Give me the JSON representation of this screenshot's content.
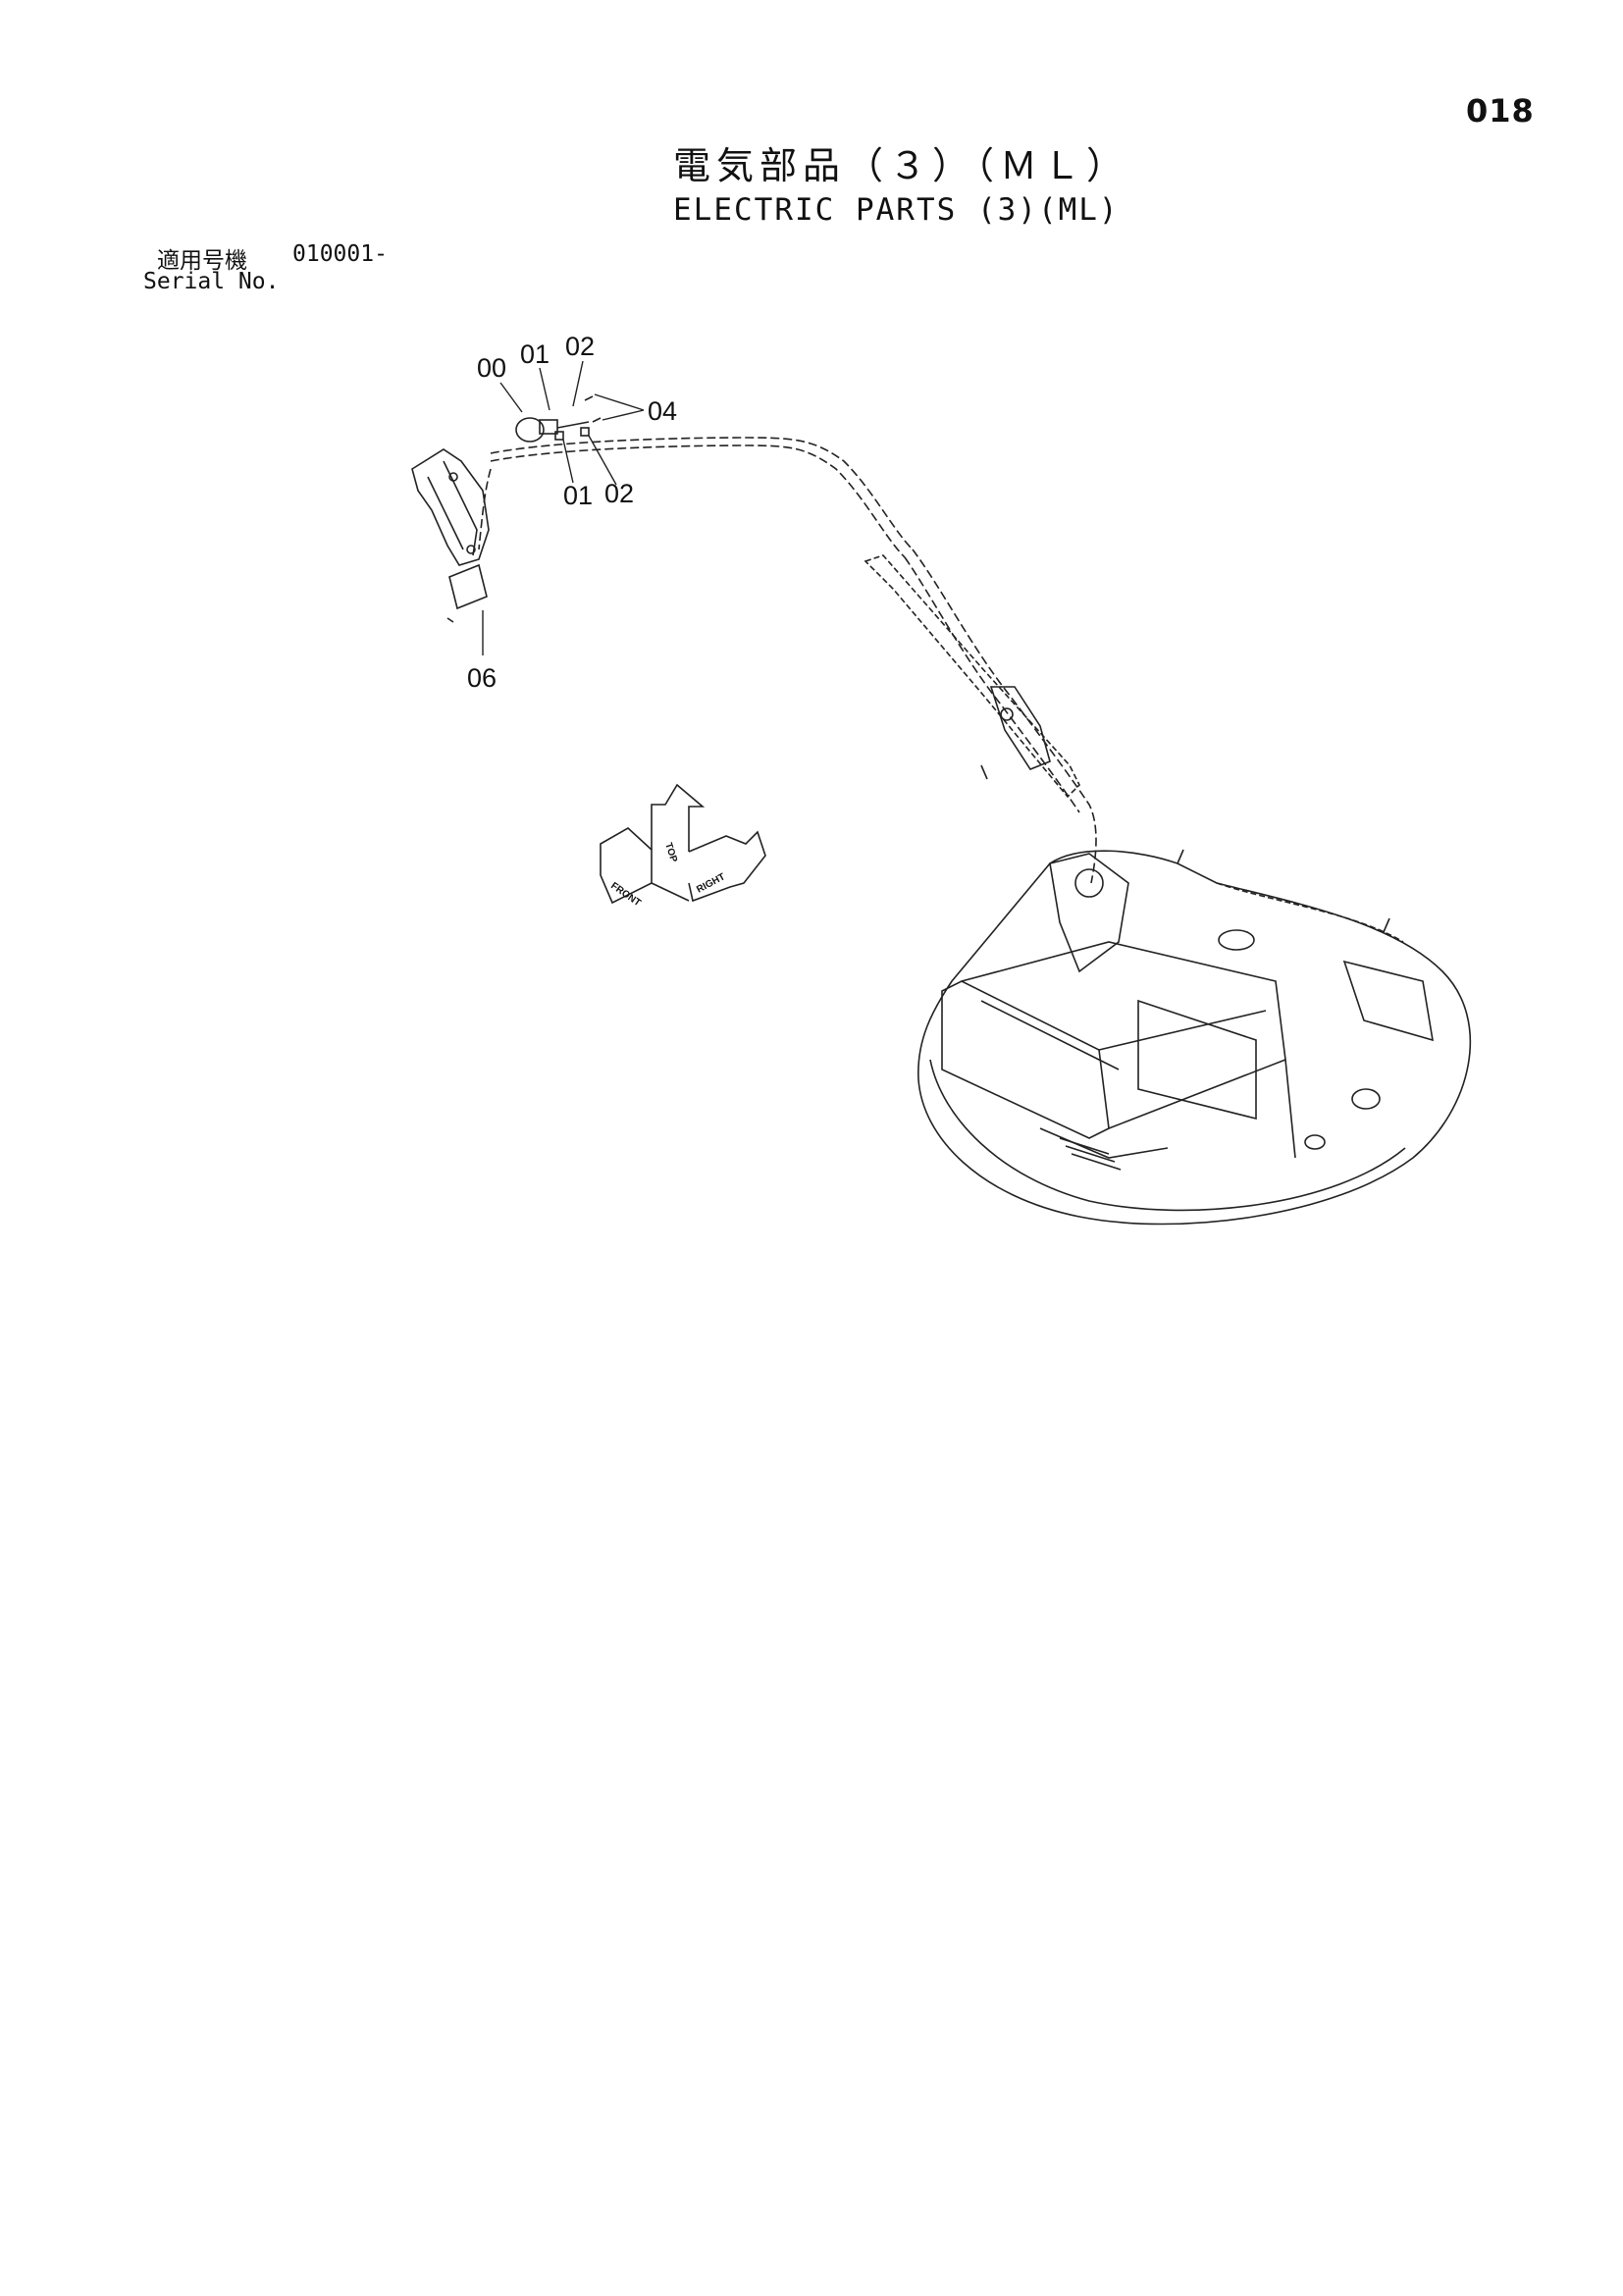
{
  "page_number": "018",
  "title": {
    "japanese": "電気部品（３）（ＭＬ）",
    "english": "ELECTRIC PARTS (3)(ML)"
  },
  "serial": {
    "jp_label": "適用号機",
    "value": "010001-",
    "en_label": "Serial No."
  },
  "callouts": {
    "c00": "00",
    "c01a": "01",
    "c02a": "02",
    "c04": "04",
    "c01b": "01",
    "c02b": "02",
    "c06": "06"
  },
  "orientation": {
    "front": "FRONT",
    "top": "TOP",
    "right": "RIGHT"
  },
  "icons": [
    "orientation-arrows-icon"
  ]
}
